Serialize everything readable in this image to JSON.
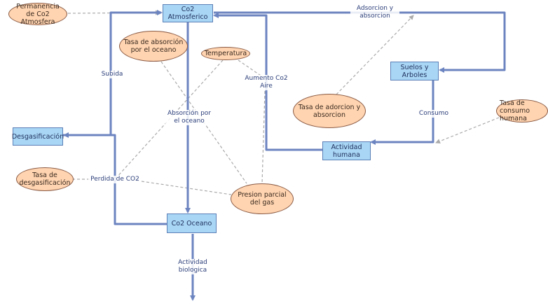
{
  "stocks": {
    "co2_atmosferico": "Co2\nAtmosferico",
    "suelos_arboles": "Suelos y\nArboles",
    "desgasificacion": "Desgasificación",
    "actividad_humana": "Actividad\nhumana",
    "co2_oceano": "Co2 Oceano"
  },
  "auxiliaries": {
    "permanencia": "Permanencia de Co2 Atmosfera",
    "tasa_absorcion_oceano": "Tasa de absorción por el oceano",
    "temperatura": "Temperatura",
    "tasa_adorcion": "Tasa de adorcion y absorcion",
    "tasa_consumo": "Tasa de consumo humana",
    "tasa_desgasificacion": "Tasa de desgasificación",
    "presion_parcial": "Presion parcial del gas"
  },
  "flows": {
    "absorcion": "Adsorcion y\nabsorcion",
    "subida": "Subida",
    "aumento": "Aumento Co2\nAire",
    "absorcion_oceano": "Absorción por\nel oceano",
    "consumo": "Consumo",
    "perdida": "Perdida de CO2",
    "actividad_biologica": "Actividad\nbiologica"
  },
  "colors": {
    "flow": "#6c84c0",
    "influence": "#aaaaaa",
    "stock_fill": "#a9d6f5",
    "aux_fill": "#ffd4b0"
  }
}
